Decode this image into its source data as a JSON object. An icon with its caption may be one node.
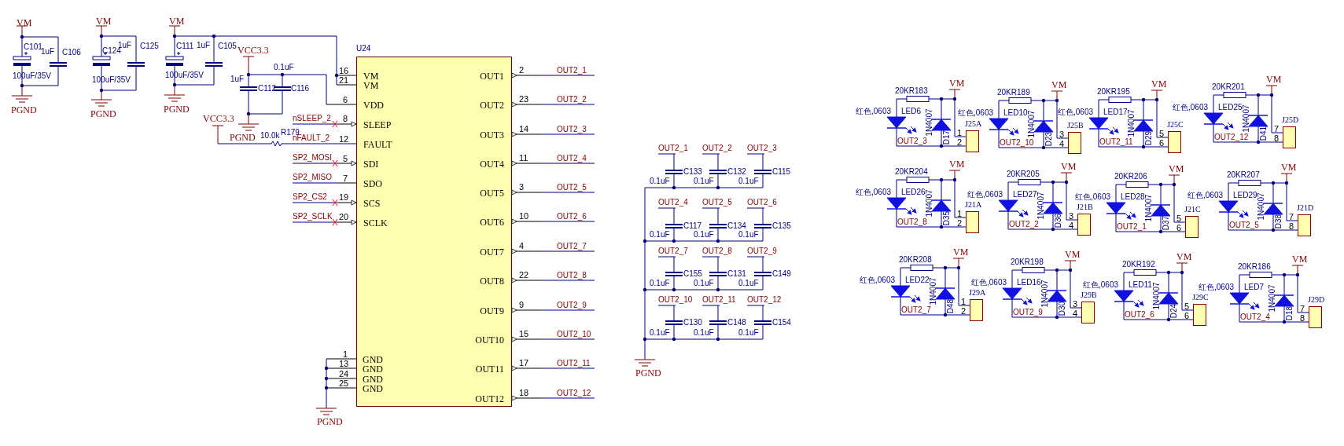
{
  "diagram": {
    "nodes": [
      {
        "text": [
          "U24",
          "VM",
          "VM",
          "VDD",
          "SLEEP",
          "FAULT",
          "SDI",
          "SDO",
          "SCS",
          "SCLK",
          "GND",
          "GND",
          "GND",
          "GND",
          "OUT1",
          "OUT2",
          "OUT3",
          "OUT4",
          "OUT5",
          "OUT6",
          "OUT7",
          "OUT8",
          "OUT9",
          "OUT10",
          "OUT11",
          "OUT12"
        ]
      },
      {
        "text": [],
        "shape": "box",
        "beside": [
          "J25A"
        ]
      },
      {
        "text": [],
        "shape": "box",
        "beside": [
          "J25B"
        ]
      },
      {
        "text": [],
        "shape": "box",
        "beside": [
          "J25C"
        ]
      },
      {
        "text": [],
        "shape": "box",
        "beside": [
          "J25D"
        ]
      },
      {
        "text": [],
        "shape": "box",
        "beside": [
          "J21A"
        ]
      },
      {
        "text": [],
        "shape": "box",
        "beside": [
          "J21B"
        ]
      },
      {
        "text": [],
        "shape": "box",
        "beside": [
          "J21C"
        ]
      },
      {
        "text": [],
        "shape": "box",
        "beside": [
          "J21D"
        ]
      },
      {
        "text": [],
        "shape": "box",
        "beside": [
          "J29A"
        ]
      },
      {
        "text": [],
        "shape": "box",
        "beside": [
          "J29B"
        ]
      },
      {
        "text": [],
        "shape": "box",
        "beside": [
          "J29C"
        ]
      },
      {
        "text": [],
        "shape": "box",
        "beside": [
          "J29D"
        ]
      }
    ],
    "labels": [
      "VM",
      "C101",
      "1uF",
      "C106",
      "100uF/35V",
      "PGND",
      "VM",
      "C124",
      "1uF",
      "C125",
      "100uF/35V",
      "PGND",
      "VM",
      "C111",
      "1uF",
      "C105",
      "100uF/35V",
      "PGND",
      "VCC3.3",
      "0.1uF",
      "1uF",
      "C112",
      "C116",
      "PGND",
      "VCC3.3",
      "10.0k",
      "R179",
      "16",
      "21",
      "6",
      "nSLEEP_2",
      "8",
      "nFAULT_2",
      "12",
      "SP2_MOSI",
      "5",
      "SP2_MISO",
      "7",
      "SP2_CS2",
      "19",
      "SP2_SCLK",
      "20",
      "1",
      "13",
      "24",
      "25",
      "PGND",
      "2",
      "OUT2_1",
      "23",
      "OUT2_2",
      "14",
      "OUT2_3",
      "11",
      "OUT2_4",
      "3",
      "OUT2_5",
      "10",
      "OUT2_6",
      "4",
      "OUT2_7",
      "22",
      "OUT2_8",
      "9",
      "OUT2_9",
      "15",
      "OUT2_10",
      "17",
      "OUT2_11",
      "18",
      "OUT2_12",
      "OUT2_1",
      "C133",
      "0.1uF",
      "OUT2_2",
      "C132",
      "0.1uF",
      "OUT2_3",
      "C115",
      "0.1uF",
      "OUT2_4",
      "C117",
      "0.1uF",
      "OUT2_5",
      "C134",
      "0.1uF",
      "OUT2_6",
      "C135",
      "0.1uF",
      "OUT2_7",
      "C155",
      "0.1uF",
      "OUT2_8",
      "C131",
      "0.1uF",
      "OUT2_9",
      "C149",
      "0.1uF",
      "OUT2_10",
      "C130",
      "0.1uF",
      "OUT2_11",
      "C148",
      "0.1uF",
      "OUT2_12",
      "C154",
      "0.1uF",
      "PGND",
      "20KR183",
      "VM",
      "红色,0603",
      "LED6",
      "1N4007",
      "D17",
      "1",
      "2",
      "OUT2_3",
      "20KR189",
      "VM",
      "红色,0603",
      "LED10",
      "1N4007",
      "D23",
      "3",
      "4",
      "OUT2_10",
      "20KR195",
      "VM",
      "红色,0603",
      "LED17",
      "1N4007",
      "D29",
      "5",
      "6",
      "OUT2_11",
      "20KR201",
      "VM",
      "红色,0603",
      "LED25",
      "1N4007",
      "D41",
      "7",
      "8",
      "OUT2_12",
      "20KR204",
      "VM",
      "红色,0603",
      "LED26",
      "1N4007",
      "D35",
      "1",
      "2",
      "OUT2_8",
      "20KR205",
      "VM",
      "红色,0603",
      "LED27",
      "1N4007",
      "D36",
      "3",
      "4",
      "OUT2_2",
      "20KR206",
      "VM",
      "红色,0603",
      "LED28",
      "1N4007",
      "D37",
      "5",
      "6",
      "OUT2_1",
      "20KR207",
      "VM",
      "红色,0603",
      "LED29",
      "1N4007",
      "D38",
      "7",
      "8",
      "OUT2_5",
      "20KR208",
      "VM",
      "红色,0603",
      "LED22",
      "1N4007",
      "D48",
      "1",
      "2",
      "OUT2_7",
      "20KR198",
      "VM",
      "红色,0603",
      "LED16",
      "1N4007",
      "D30",
      "3",
      "4",
      "OUT2_9",
      "20KR192",
      "VM",
      "红色,0603",
      "LED11",
      "1N4007",
      "D24",
      "5",
      "6",
      "OUT2_6",
      "20KR186",
      "VM",
      "红色,0603",
      "LED7",
      "1N4007",
      "D18",
      "7",
      "8",
      "OUT2_4"
    ]
  }
}
